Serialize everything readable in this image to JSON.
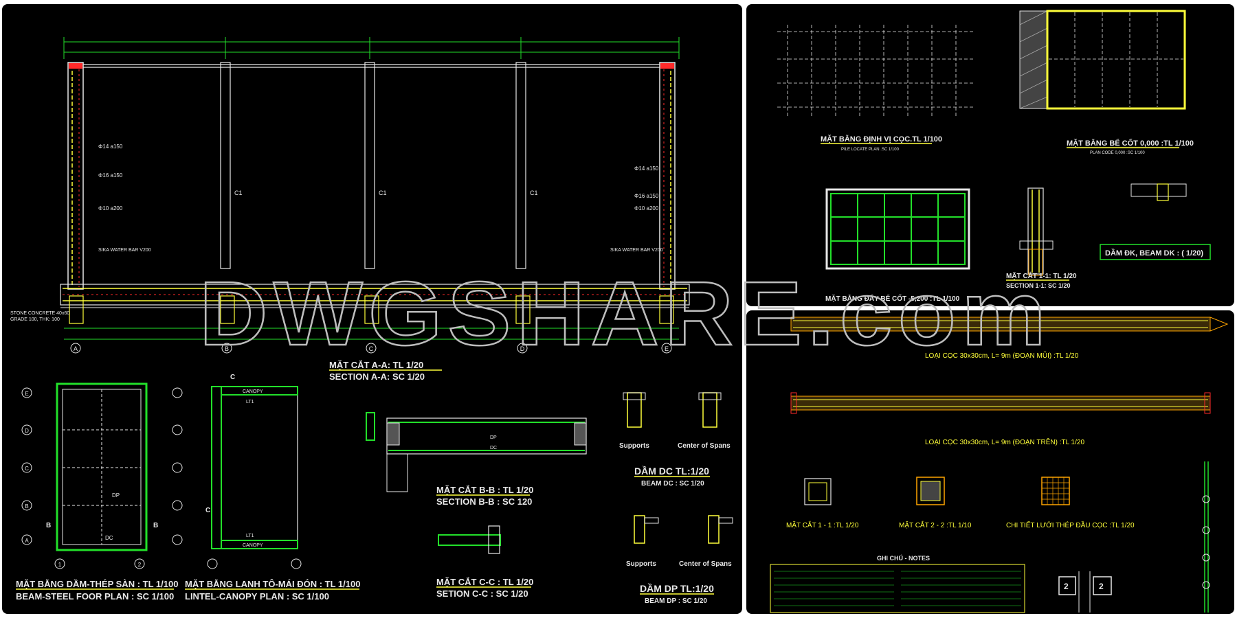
{
  "titles": {
    "section_aa_vn": "MẶT CẮT A-A: TL 1/20",
    "section_aa_en": "SECTION A-A: SC 1/20",
    "beam_plan_vn": "MẶT BẰNG DẦM-THÉP SÀN : TL 1/100",
    "beam_plan_en": "BEAM-STEEL FOOR PLAN : SC 1/100",
    "lintel_vn": "MẶT BẰNG LANH TÔ-MÁI ĐÓN : TL 1/100",
    "lintel_en": "LINTEL-CANOPY PLAN : SC 1/100",
    "section_bb_vn": "MẶT CẮT B-B : TL 1/20",
    "section_bb_en": "SECTION B-B : SC 120",
    "section_cc_vn": "MẶT CẮT C-C : TL 1/20",
    "section_cc_en": "SETION C-C : SC 1/20",
    "beam_dc_vn": "DẦM DC TL:1/20",
    "beam_dc_en": "BEAM DC : SC 1/20",
    "beam_dp_vn": "DẦM DP TL:1/20",
    "beam_dp_en": "BEAM DP : SC 1/20",
    "pile_plan_vn": "MẶT BẰNG ĐỊNH VỊ CỌC.TL 1/100",
    "pile_plan_en": "PILE LOCATE PLAN .SC 1/100",
    "plan_code_vn": "MẶT BẰNG BỂ CỐT 0,000 :TL 1/100",
    "plan_code_en": "PLAN CODE 0,000 :SC 1/100",
    "bottom_plan_vn": "MẶT BẰNG ĐÁY BỂ CỐT -5,200 :TL 1/100",
    "section11_vn": "MẶT CẮT 1-1: TL 1/20",
    "section11_en": "SECTION 1-1: SC 1/20",
    "beam_dk": "DẦM ĐK, BEAM DK : ( 1/20)",
    "pile_tip": "LOẠI CỌC 30x30cm, L= 9m (ĐOẠN MŨI) :TL 1/20",
    "pile_top": "LOẠI CỌC 30x30cm, L= 9m (ĐOẠN TRÊN) :TL 1/20",
    "cut11": "MẶT CẮT 1 - 1 :TL 1/20",
    "cut22": "MẶT CẮT 2 - 2 :TL 1/10",
    "pile_head_mesh": "CHI TIẾT LƯỚI THÉP ĐẦU CỌC :TL 1/20",
    "notes": "GHI CHÚ - NOTES"
  },
  "labels": {
    "supports": "Supports",
    "center_of_spans": "Center of Spans",
    "stone_concrete": "STONE CONCRETE 40x60",
    "grade": "GRADE 100, THK: 100",
    "canopy": "CANOPY",
    "lt1": "LT1",
    "dp": "DP",
    "dc": "DC",
    "c1": "C1",
    "bar_14": "Φ14 a150",
    "bar_16": "Φ16 a150",
    "bar_10": "Φ10 a200",
    "water_bar": "SIKA WATER BAR V200",
    "box_2": "2"
  },
  "axes": {
    "main": [
      "A",
      "B",
      "C",
      "D",
      "E"
    ],
    "plan_left": [
      "E",
      "D",
      "C",
      "B",
      "A"
    ],
    "plan_bottom": [
      "1",
      "2"
    ],
    "cut_b": "B",
    "cut_c": "C"
  },
  "watermark": "DWGSHARE.com",
  "colors": {
    "background": "#000000",
    "green": "#22e02a",
    "yellow": "#ffff3a",
    "white": "#e8e8e8",
    "red": "#ff2a2a",
    "cyan": "#31d5ff",
    "orange": "#ffa500"
  }
}
